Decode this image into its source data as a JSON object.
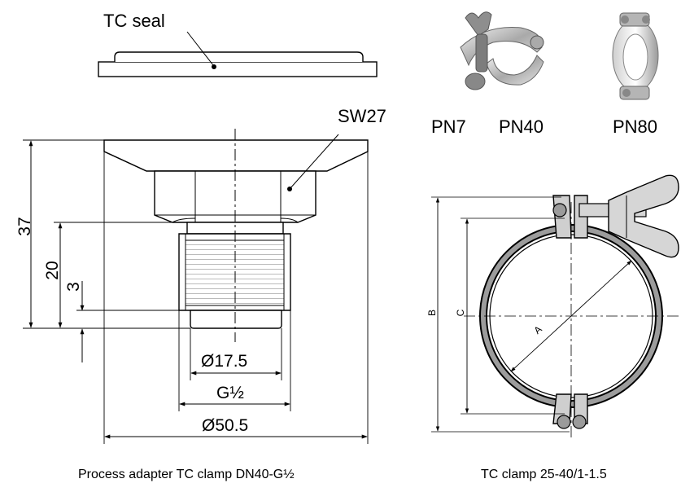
{
  "labels": {
    "tc_seal": "TC seal",
    "sw": "SW27",
    "pn7": "PN7",
    "pn40": "PN40",
    "pn80": "PN80"
  },
  "dimensions": {
    "height_total": "37",
    "height_thread": "20",
    "height_recess": "3",
    "d_inner": "Ø17.5",
    "thread": "G½",
    "d_flange": "Ø50.5"
  },
  "clamp_drawing": {
    "dim_a": "A",
    "dim_b": "B",
    "dim_c": "C"
  },
  "captions": {
    "adapter": "Process adapter TC clamp DN40-G½",
    "clamp": "TC clamp 25-40/1-1.5"
  }
}
